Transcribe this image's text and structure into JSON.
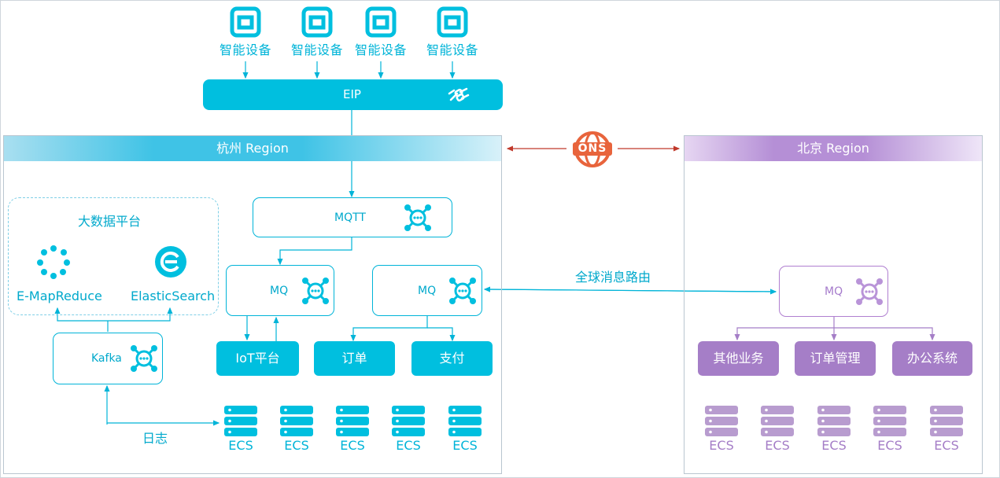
{
  "devices": {
    "items": [
      "智能设备",
      "智能设备",
      "智能设备",
      "智能设备"
    ]
  },
  "eip": {
    "label": "EIP",
    "icon": "link-icon"
  },
  "hangzhou": {
    "title": "杭州 Region",
    "bigdata": {
      "title": "大数据平台",
      "emr": "E-MapReduce",
      "es": "ElasticSearch"
    },
    "kafka": "Kafka",
    "log_label": "日志",
    "mqtt": "MQTT",
    "mq_left": "MQ",
    "mq_right": "MQ",
    "iot": "IoT平台",
    "order": "订单",
    "pay": "支付",
    "ecs": [
      "ECS",
      "ECS",
      "ECS",
      "ECS",
      "ECS"
    ]
  },
  "ons": {
    "label": "ONS",
    "color": "#e8643c"
  },
  "global_route_label": "全球消息路由",
  "beijing": {
    "title": "北京 Region",
    "mq": "MQ",
    "services": [
      "其他业务",
      "订单管理",
      "办公系统"
    ],
    "ecs": [
      "ECS",
      "ECS",
      "ECS",
      "ECS",
      "ECS"
    ]
  },
  "colors": {
    "cyan": "#00bfdf",
    "purple": "#a57ec7",
    "ons_red": "#e8643c"
  }
}
